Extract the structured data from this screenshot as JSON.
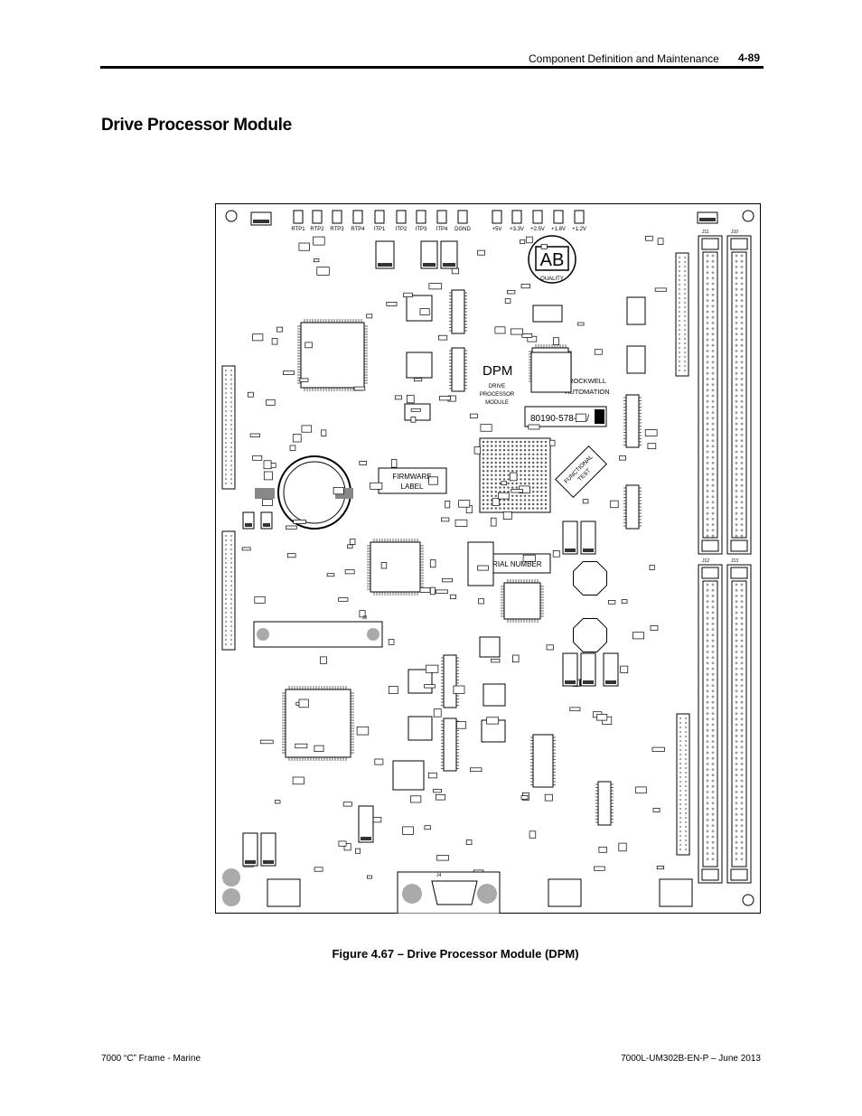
{
  "header": {
    "section": "Component Definition and Maintenance",
    "page_number": "4-89"
  },
  "section_title": "Drive Processor Module",
  "figure": {
    "caption": "Figure 4.67 – Drive Processor Module (DPM)",
    "board": {
      "test_points": [
        "RTP1",
        "RTP2",
        "RTP3",
        "RTP4",
        "ITP1",
        "ITP2",
        "ITP3",
        "ITP4",
        "DGND",
        "+5V",
        "+3.3V",
        "+2.5V",
        "+1.8V",
        "+1.2V"
      ],
      "logo": "AB",
      "logo_sub": "QUALITY",
      "module_name": "DPM",
      "module_desc_1": "DRIVE",
      "module_desc_2": "PROCESSOR",
      "module_desc_3": "MODULE",
      "brand_1": "ROCKWELL",
      "brand_2": "AUTOMATION",
      "part_number": "80190-578-51/",
      "firmware_label_1": "FIRMWARE",
      "firmware_label_2": "LABEL",
      "functional_test_1": "FUNCTIONAL",
      "functional_test_2": "TEST",
      "serial_number": "SERIAL NUMBER",
      "connectors": [
        "J11",
        "J10",
        "J12",
        "J13",
        "J4",
        "J8"
      ]
    }
  },
  "footer": {
    "left": "7000 “C” Frame - Marine",
    "right": "7000L-UM302B-EN-P – June 2013"
  }
}
